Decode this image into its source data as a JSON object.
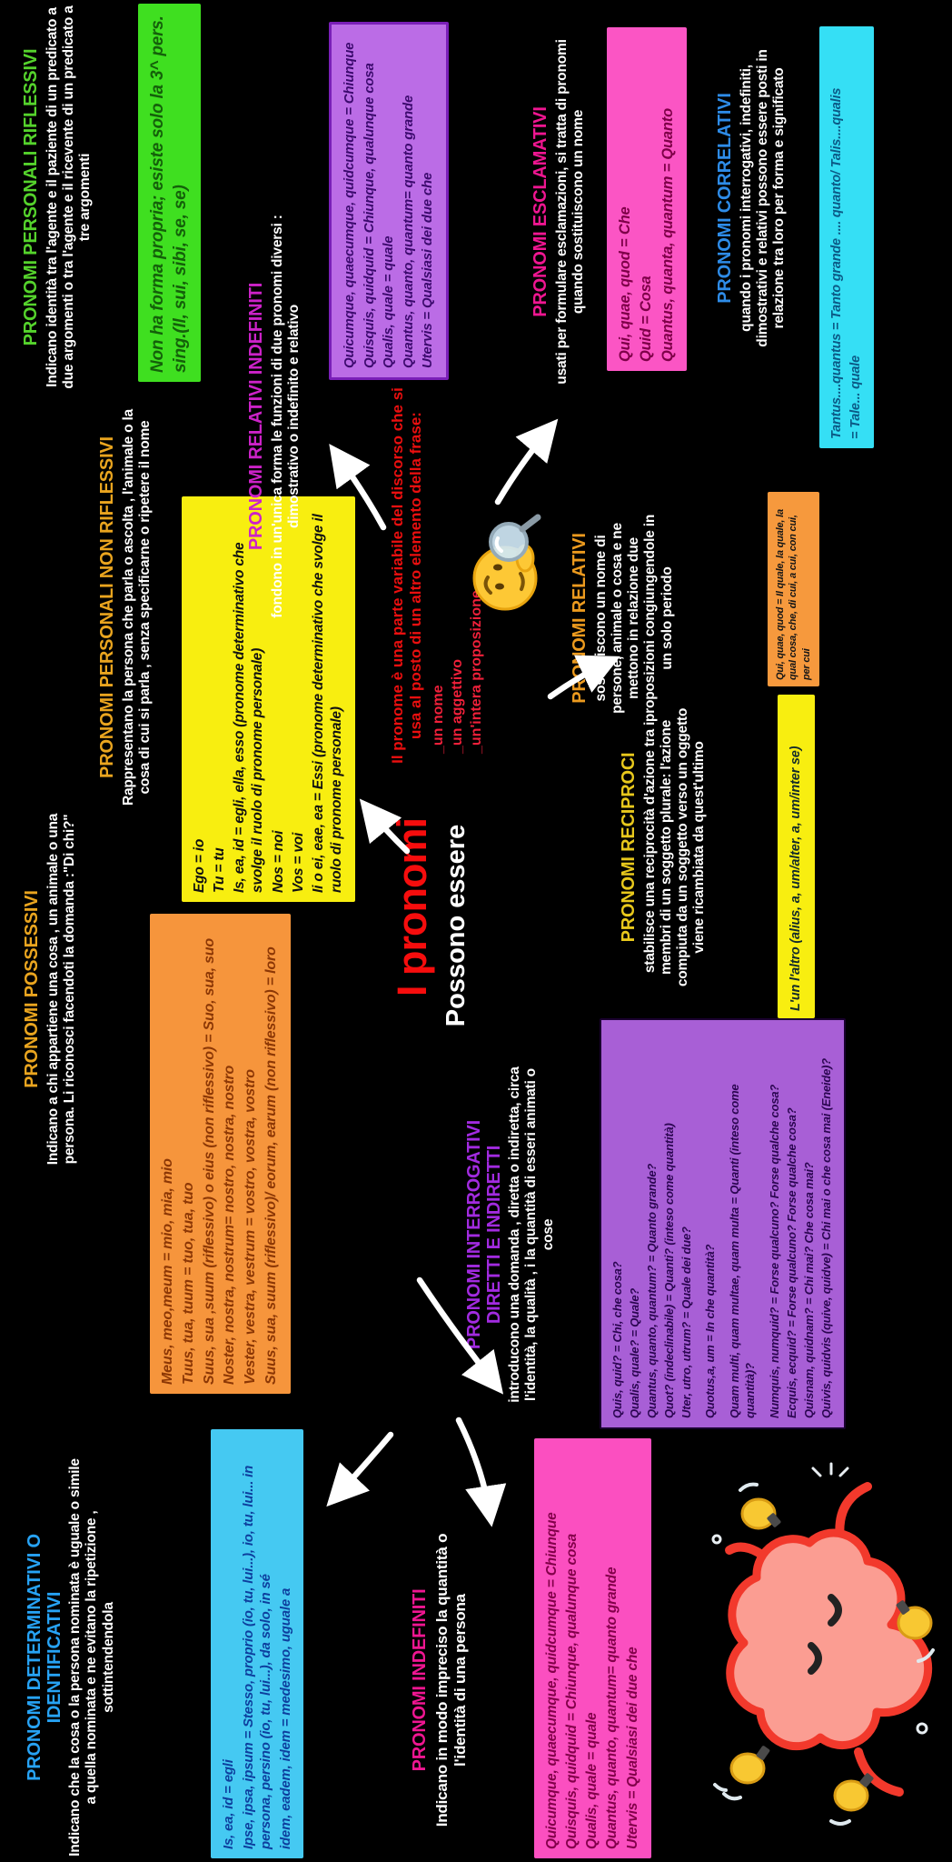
{
  "palette": {
    "background": "#000000",
    "center_red": "#f60d0d",
    "green_box": "#3fdf20",
    "yellow_box": "#f8ee10",
    "orange_box": "#f6953c",
    "purple_box": "#a85fd6",
    "hotpink_box": "#fb55c4",
    "cyan_box": "#35dff5",
    "sky_box": "#45c9f2",
    "pink_box": "#fb4fc0"
  },
  "center": {
    "main_title": "I pronomi",
    "subtitle": "Possono essere",
    "intro": "Il pronome è una parte variabile del discorso che si usa al posto di un altro elemento della frase:",
    "items": [
      "_un nome",
      "_un aggettivo",
      "_un'intera proposizione"
    ]
  },
  "sections": {
    "riflessivi": {
      "title": "PRONOMI PERSONALI RIFLESSIVI",
      "body": "Indicano identità tra l'agente e il paziente di un predicato a due argomenti o tra l'agente e il ricevente di un predicato a tre argomenti",
      "box_text": "Non ha forma propria; esiste solo la 3^ pers. sing.(Il, sui, sibi, se, se)"
    },
    "personali": {
      "title": "PRONOMI PERSONALI NON RIFLESSIVI",
      "body": "Rappresentano la persona che parla o ascolta , l'animale o la cosa di cui si parla , senza specificarne o ripetere il nome",
      "lines": [
        "Ego = io",
        "Tu = tu",
        "Is, ea, id = egli, ella, esso (pronome determinativo che svolge il  ruolo di pronome personale)",
        "Nos = noi",
        "Vos = voi",
        "Ii o ei, eae, ea = Essi (pronome determinativo che svolge il ruolo di pronome personale)"
      ]
    },
    "relativi_indefiniti": {
      "title": "PRONOMI RELATIVI INDEFINITI",
      "body": "fondono in un'unica forma le funzioni di due pronomi diversi : dimostrativo o indefinito e relativo",
      "lines": [
        "Quicumque, quaecumque, quidcumque = Chiunque",
        "Quisquis, quidquid = Chiunque, qualunque cosa",
        "Qualis, quale = quale",
        "Quantus, quanto, quantum= quanto grande",
        "Utervis = Qualsiasi dei due che"
      ]
    },
    "esclamativi": {
      "title": "PRONOMI ESCLAMATIVI",
      "body": "usati per formulare esclamazioni, si tratta di pronomi quando sostituiscono un nome",
      "lines": [
        "Qui, quae, quod = Che",
        "Quid = Cosa",
        "Quantus, quanta, quantum = Quanto"
      ]
    },
    "correlativi": {
      "title": "PRONOMI CORRELATIVI",
      "body": "quando i pronomi interrogativi, indefiniti, dimostrativi e relativi possono essere posti in relazione tra loro per forma e significato",
      "lines": [
        "Tantus....quantus = Tanto grande .... quanto/ Talis....qualis",
        "= Tale... quale"
      ]
    },
    "possessivi": {
      "title": "PRONOMI POSSESSIVI",
      "body": "Indicano a chi appartiene una cosa , un animale o una persona. Li riconosci facendoti la domanda :\"Di chi?\"",
      "lines": [
        "Meus, meo,meum = mio, mia, mio",
        "Tuus, tua, tuum = tuo, tua, tuo",
        "Suus, sua ,suum (riflessivo) o eius (non riflessivo) = Suo, sua, suo",
        "Noster, nostra, nostrum= nostro, nostra, nostro",
        "Vester, vestra, vestrum = vostro, vostra, vostro",
        "Suus, sua, suum (riflessivo)/ eorum, earum (non riflessivo) = loro"
      ]
    },
    "reciproci": {
      "title": "PRONOMI RECIPROCI",
      "body": "stabilisce una reciprocità d'azione tra i membri di un soggetto plurale: l'azione compiuta da un  soggetto verso un oggetto viene ricambiata da quest'ultimo",
      "box_text": "L'un l'altro (alius, a, um/alter, a, um/inter se)"
    },
    "relativi": {
      "title": "PRONOMI RELATIVI",
      "body": "sostituiscono un nome di persone, animale o cosa e ne mettono in relazione due proposizioni congiungendole in un solo periodo",
      "box_text": "Qui, quae, quod = Il quale, la quale, la qual cosa, che, di cui, a cui, con cui, per cui"
    },
    "interrogativi": {
      "title": "PRONOMI INTERROGATIVI DIRETTI E INDIRETTI",
      "body": "introducono una domanda , diretta o indiretta, circa l'identità, la qualità  , i la quantità di esseri animati o cose",
      "lines": [
        "Quis, quid? = Chi, che cosa?",
        "Qualis, quale? = Quale?",
        "Quantus, quanto, quantum? = Quanto grande?",
        "Quot? (indeclinabile) = Quanti? (inteso come quantità)",
        "Uter, utro, utrum? = Quale dei due?",
        "Quotus,a, um = In che quantità?",
        "Quam multi, quam multae, quam multa  = Quanti (inteso come quantità)?",
        "Numquis, numquid? = Forse qualcuno? Forse qualche cosa?",
        "Ecquis, ecquid? = Forse qualcuno? Forse qualche cosa?",
        "Quisnam, quidnam? = Chi mai? Che cosa mai?",
        "Quivis, quidvis (quive, quidve) = Chi mai o che cosa mai (Eneide)?"
      ]
    },
    "determinativi": {
      "title": "PRONOMI DETERMINATIVI O IDENTIFICATIVI",
      "body": "Indicano che la cosa o la persona nominata è uguale o simile a quella nominata e ne evitano la ripetizione , sottintendendola",
      "lines": [
        "Is, ea, id = egli",
        "Ipse, ipsa, ipsum = Stesso, proprio (io, tu, lui...), io, tu, lui... in persona, persino (io, tu, lui...), da solo, in sé",
        "idem, eadem, idem = medesimo, uguale a"
      ]
    },
    "indefiniti": {
      "title": "PRONOMI INDEFINITI",
      "body": "Indicano in modo impreciso la quantità o l'identità di una persona",
      "lines": [
        "Quicumque, quaecumque, quidcumque = Chiunque",
        "Quisquis, quidquid = Chiunque, qualunque cosa",
        "Qualis, quale = quale",
        "Quantus, quanto, quantum= quanto grande",
        "Utervis = Qualsiasi dei due che"
      ]
    }
  },
  "icons": {
    "thinking_emoji": "thinking-face-with-magnifying-glass",
    "brain": "brain-juggling-lightbulbs",
    "arrows": "hand-drawn-white-arrows"
  }
}
